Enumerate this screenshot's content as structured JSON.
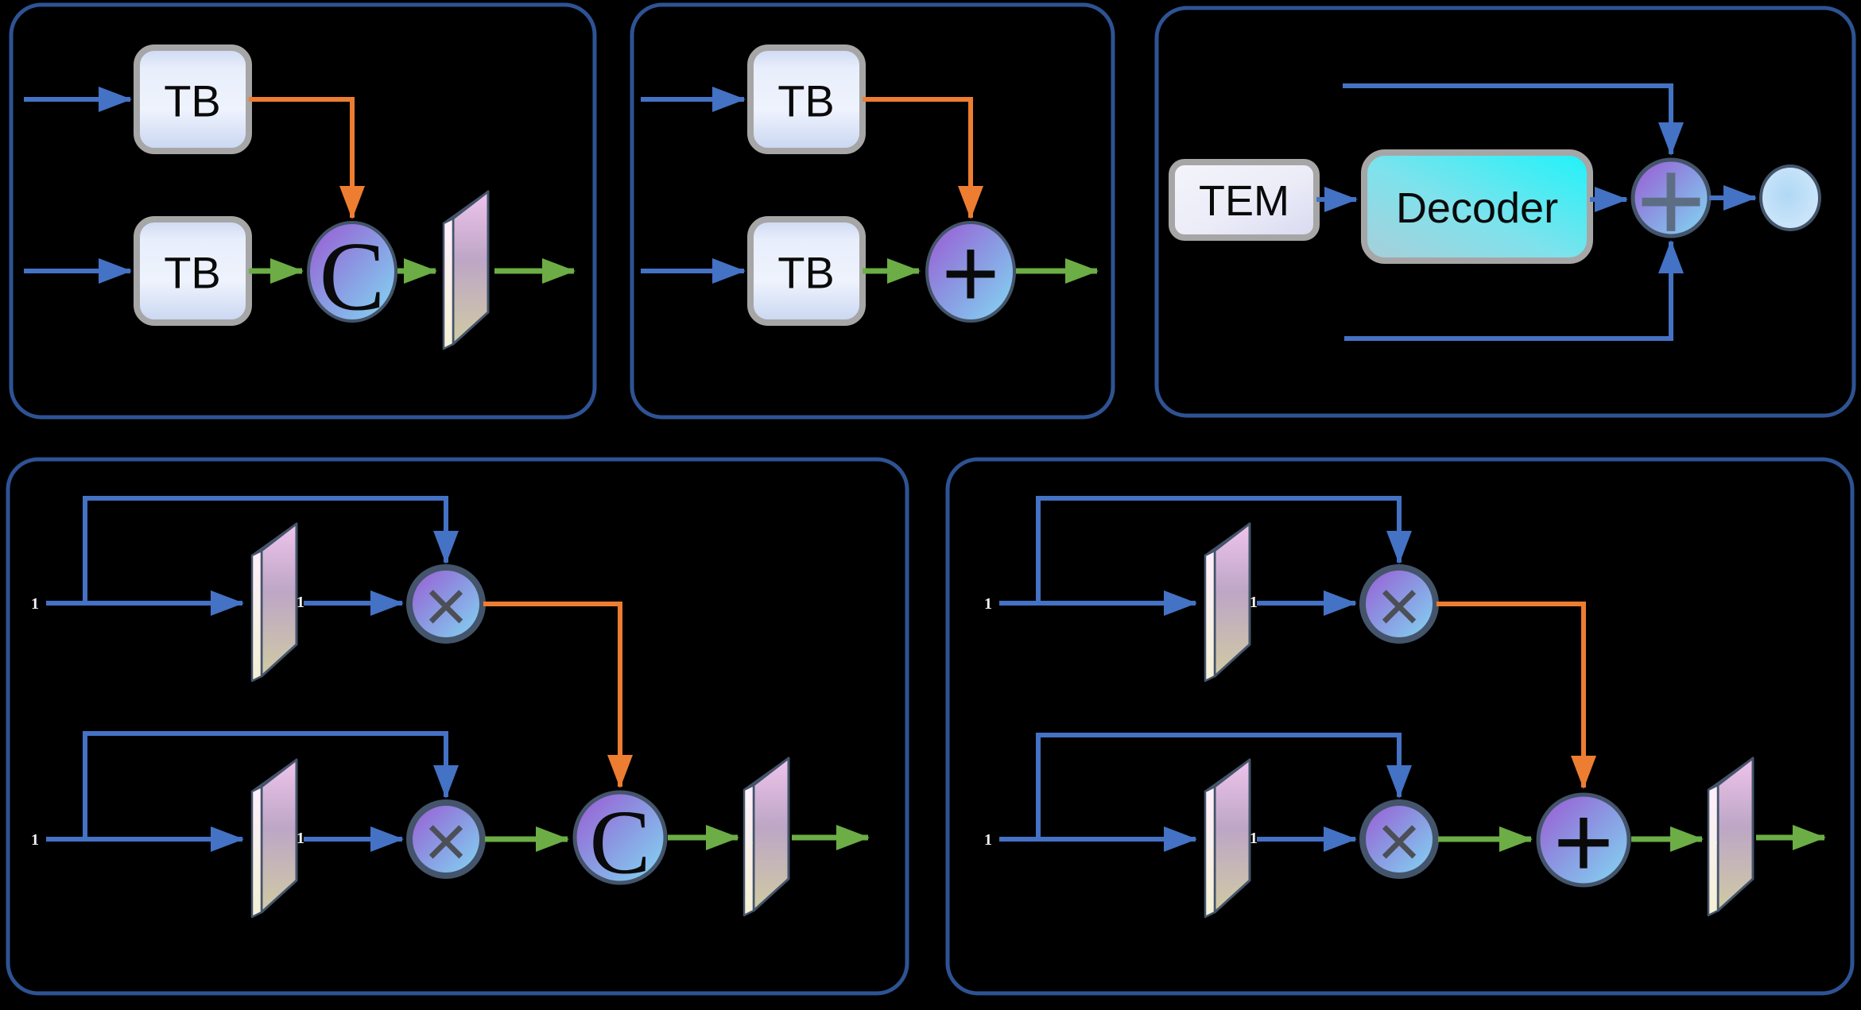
{
  "figure": {
    "background": "#000000",
    "labels": {
      "tb": "TB",
      "tem": "TEM",
      "decoder": "Decoder",
      "concat": "C",
      "add": "+",
      "multiply": "×",
      "one": "1"
    },
    "colors": {
      "panel_border": "#2e5394",
      "arrow_blue": "#4472c4",
      "arrow_green": "#6cad45",
      "arrow_orange": "#ed7d31",
      "node_purple": "#9c58d4",
      "node_cyan": "#83d9f4",
      "box_border": "#a6a6a6",
      "circle_border": "#44546a",
      "decoder_cyan": "#1ef3f9",
      "plate_pink": "#efc4ec",
      "plate_khaki": "#d0cba3"
    }
  }
}
